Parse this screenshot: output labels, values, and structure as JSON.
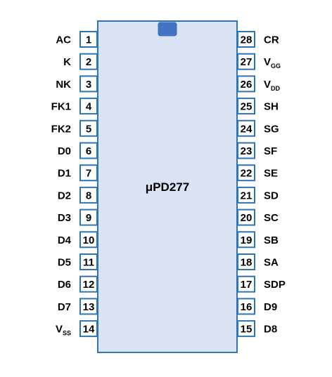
{
  "chip": {
    "name": "μPD277",
    "body_color": "#DAE3F3",
    "outline_color": "#2E75B6",
    "notch_color": "#4472C4"
  },
  "left_pins": [
    {
      "number": "1",
      "label": "AC",
      "sub": ""
    },
    {
      "number": "2",
      "label": "K",
      "sub": ""
    },
    {
      "number": "3",
      "label": "NK",
      "sub": ""
    },
    {
      "number": "4",
      "label": "FK1",
      "sub": ""
    },
    {
      "number": "5",
      "label": "FK2",
      "sub": ""
    },
    {
      "number": "6",
      "label": "D0",
      "sub": ""
    },
    {
      "number": "7",
      "label": "D1",
      "sub": ""
    },
    {
      "number": "8",
      "label": "D2",
      "sub": ""
    },
    {
      "number": "9",
      "label": "D3",
      "sub": ""
    },
    {
      "number": "10",
      "label": "D4",
      "sub": ""
    },
    {
      "number": "11",
      "label": "D5",
      "sub": ""
    },
    {
      "number": "12",
      "label": "D6",
      "sub": ""
    },
    {
      "number": "13",
      "label": "D7",
      "sub": ""
    },
    {
      "number": "14",
      "label": "V",
      "sub": "SS"
    }
  ],
  "right_pins": [
    {
      "number": "28",
      "label": "CR",
      "sub": ""
    },
    {
      "number": "27",
      "label": "V",
      "sub": "GG"
    },
    {
      "number": "26",
      "label": "V",
      "sub": "DD"
    },
    {
      "number": "25",
      "label": "SH",
      "sub": ""
    },
    {
      "number": "24",
      "label": "SG",
      "sub": ""
    },
    {
      "number": "23",
      "label": "SF",
      "sub": ""
    },
    {
      "number": "22",
      "label": "SE",
      "sub": ""
    },
    {
      "number": "21",
      "label": "SD",
      "sub": ""
    },
    {
      "number": "20",
      "label": "SC",
      "sub": ""
    },
    {
      "number": "19",
      "label": "SB",
      "sub": ""
    },
    {
      "number": "18",
      "label": "SA",
      "sub": ""
    },
    {
      "number": "17",
      "label": "SDP",
      "sub": ""
    },
    {
      "number": "16",
      "label": "D9",
      "sub": ""
    },
    {
      "number": "15",
      "label": "D8",
      "sub": ""
    }
  ]
}
